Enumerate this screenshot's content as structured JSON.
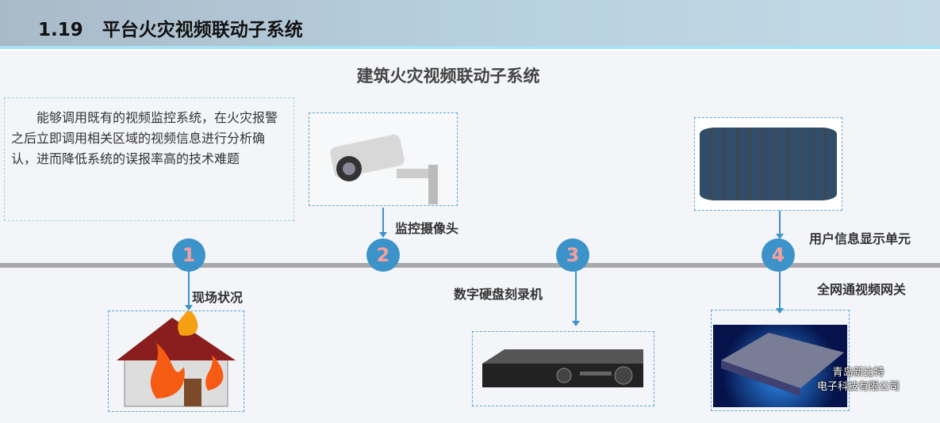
{
  "header": {
    "title": "1.19   平台火灾视频联动子系统"
  },
  "subtitle": "建筑火灾视频联动子系统",
  "description": "能够调用既有的视频监控系统，在火灾报警之后立即调用相关区域的视频信息进行分析确认，进而降低系统的误报率高的技术难题",
  "steps": [
    {
      "number": "1",
      "label": "现场状况"
    },
    {
      "number": "2",
      "label": "监控摄像头"
    },
    {
      "number": "3",
      "label": "数字硬盘刻录机"
    },
    {
      "number": "4",
      "label": "用户信息显示单元"
    }
  ],
  "gateway_label": "全网通视频网关",
  "watermark": {
    "line1": "青岛新比特",
    "line2": "电子科技有限公司"
  },
  "colors": {
    "accent": "#3c93c9",
    "line": "#a9a9ad"
  }
}
